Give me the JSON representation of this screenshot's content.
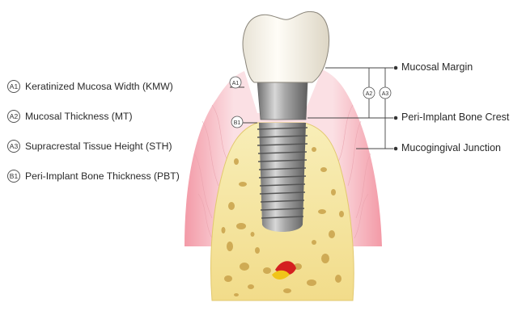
{
  "legend": [
    {
      "badge": "A1",
      "text": "Keratinized Mucosa Width (KMW)"
    },
    {
      "badge": "A2",
      "text": "Mucosal Thickness (MT)"
    },
    {
      "badge": "A3",
      "text": "Supracrestal Tissue Height (STH)"
    },
    {
      "badge": "B1",
      "text": "Peri-Implant Bone Thickness (PBT)"
    }
  ],
  "labels": {
    "mucosal_margin": "Mucosal Margin",
    "bone_crest": "Peri-Implant Bone Crest",
    "mucogingival_junction": "Mucogingival Junction"
  },
  "markers": {
    "a1": "A1",
    "a2": "A2",
    "a3": "A3",
    "b1": "B1"
  },
  "colors": {
    "gingiva": "#f3a7b1",
    "gingiva_light": "#fbe3e6",
    "bone": "#f6e7a7",
    "bone_pore": "#c9a24a",
    "implant": "#9a9a9a",
    "crown": "#fbf8ef",
    "marrow_red": "#d42020",
    "marrow_yellow": "#f0c419"
  }
}
